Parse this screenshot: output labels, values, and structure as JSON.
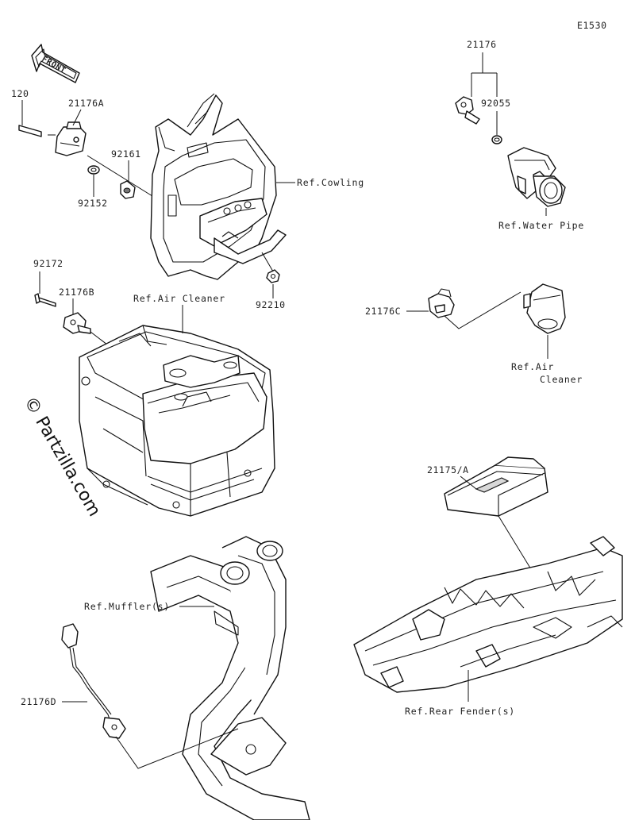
{
  "diagram_code": "E1530",
  "front_label": "FRONT",
  "watermark": "© Partzilla.com",
  "parts": {
    "p120": "120",
    "p21176A": "21176A",
    "p92152": "92152",
    "p92161": "92161",
    "p92172": "92172",
    "p21176B": "21176B",
    "p92210": "92210",
    "p21176": "21176",
    "p92055": "92055",
    "p21176C": "21176C",
    "p21175A": "21175/A",
    "p21176D": "21176D"
  },
  "refs": {
    "cowling": "Ref.Cowling",
    "water_pipe": "Ref.Water Pipe",
    "air_cleaner_top": "Ref.Air Cleaner",
    "air_cleaner_side_1": "Ref.Air",
    "air_cleaner_side_2": "Cleaner",
    "mufflers": "Ref.Muffler(s)",
    "rear_fender": "Ref.Rear Fender(s)"
  }
}
